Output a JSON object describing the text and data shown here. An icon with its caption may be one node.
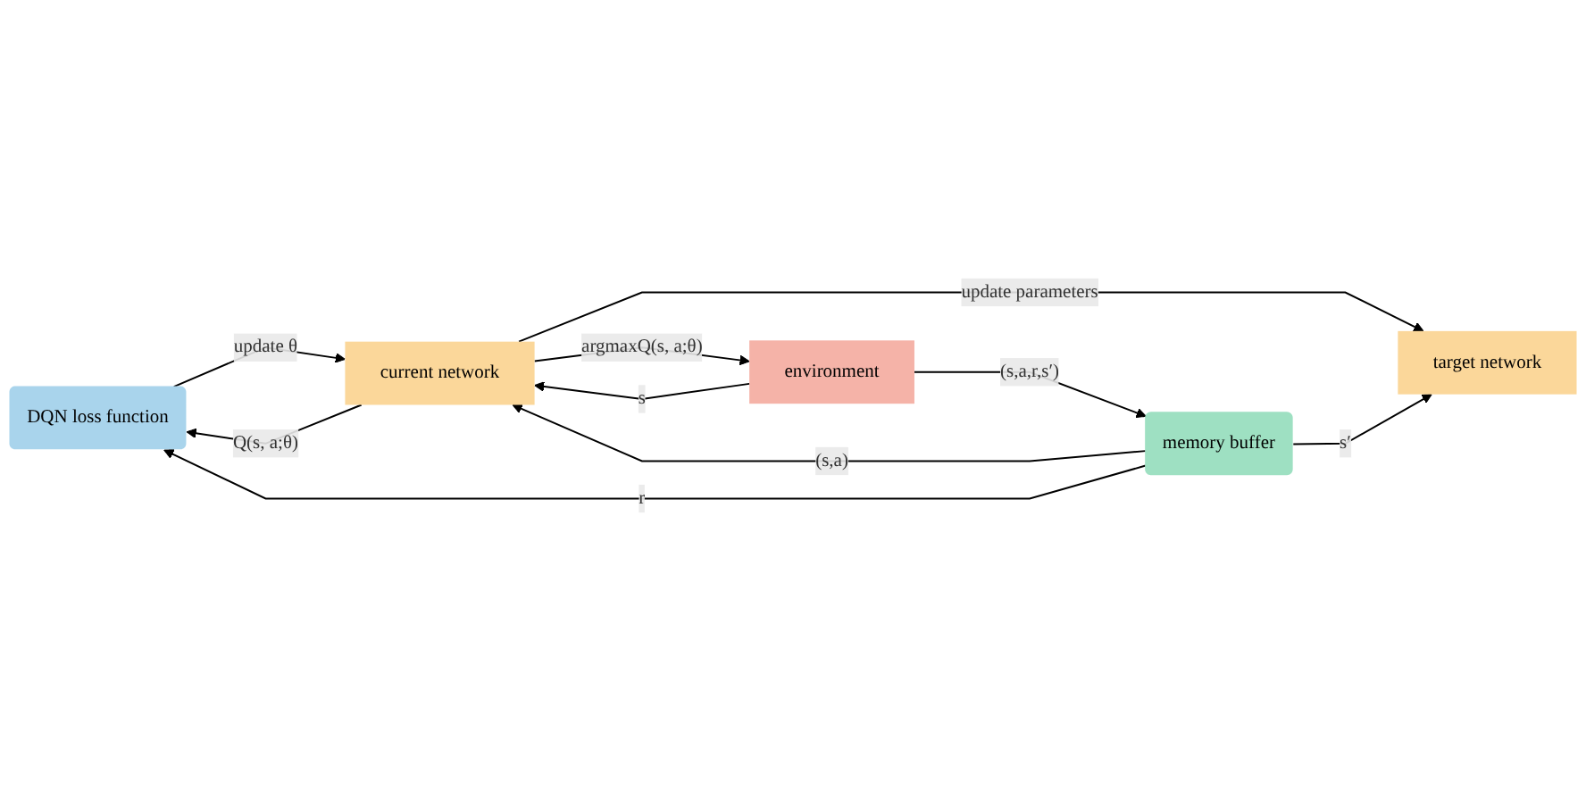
{
  "diagram": {
    "nodes": [
      {
        "text": [
          "DQN loss function"
        ]
      },
      {
        "text": [
          "environment"
        ]
      },
      {
        "text": [
          "current network"
        ]
      },
      {
        "text": [
          "target network"
        ]
      },
      {
        "text": [
          "memory buffer"
        ]
      }
    ],
    "edges": [
      {
        "from": 0,
        "to": 2,
        "arrow": "to",
        "label": "update θ"
      },
      {
        "from": 2,
        "to": 0,
        "arrow": "to",
        "label": "Q(s, a;θ)"
      },
      {
        "from": 2,
        "to": 1,
        "arrow": "to",
        "label": "argmaxQ(s, a;θ)"
      },
      {
        "from": 1,
        "to": 2,
        "arrow": "to",
        "label": "s"
      },
      {
        "from": 2,
        "to": 3,
        "arrow": "to",
        "label": "update parameters"
      },
      {
        "from": 4,
        "to": 2,
        "arrow": "to",
        "label": "(s,a)"
      },
      {
        "from": 4,
        "to": 3,
        "arrow": "to",
        "label": "s′"
      },
      {
        "from": 1,
        "to": 4,
        "arrow": "to",
        "label": "(s,a,r,s′)"
      },
      {
        "from": 4,
        "to": 0,
        "arrow": "to",
        "label": "r"
      }
    ]
  }
}
